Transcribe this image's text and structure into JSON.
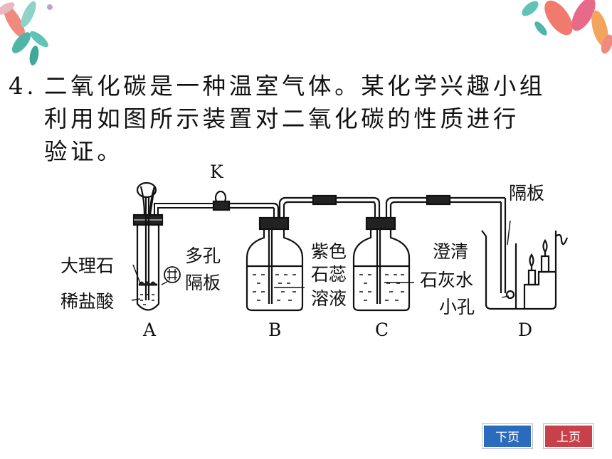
{
  "question": {
    "number": "4.",
    "lines": [
      "二氧化碳是一种温室气体。某化学兴趣小组",
      "利用如图所示装置对二氧化碳的性质进行",
      "验证。"
    ]
  },
  "diagram": {
    "valve_label": "K",
    "apparatus_labels": [
      "A",
      "B",
      "C",
      "D"
    ],
    "labels": {
      "marble": "大理石",
      "dilute_hcl": "稀盐酸",
      "porous_plate_1": "多孔",
      "porous_plate_2": "隔板",
      "litmus_1": "紫色",
      "litmus_2": "石蕊",
      "litmus_3": "溶液",
      "limewater_1": "澄清",
      "limewater_2": "石灰水",
      "small_hole": "小孔",
      "partition": "隔板"
    }
  },
  "nav": {
    "next_label": "下页",
    "prev_label": "上页"
  },
  "colors": {
    "next_button": "#2b6bbd",
    "prev_button": "#c8404a"
  }
}
